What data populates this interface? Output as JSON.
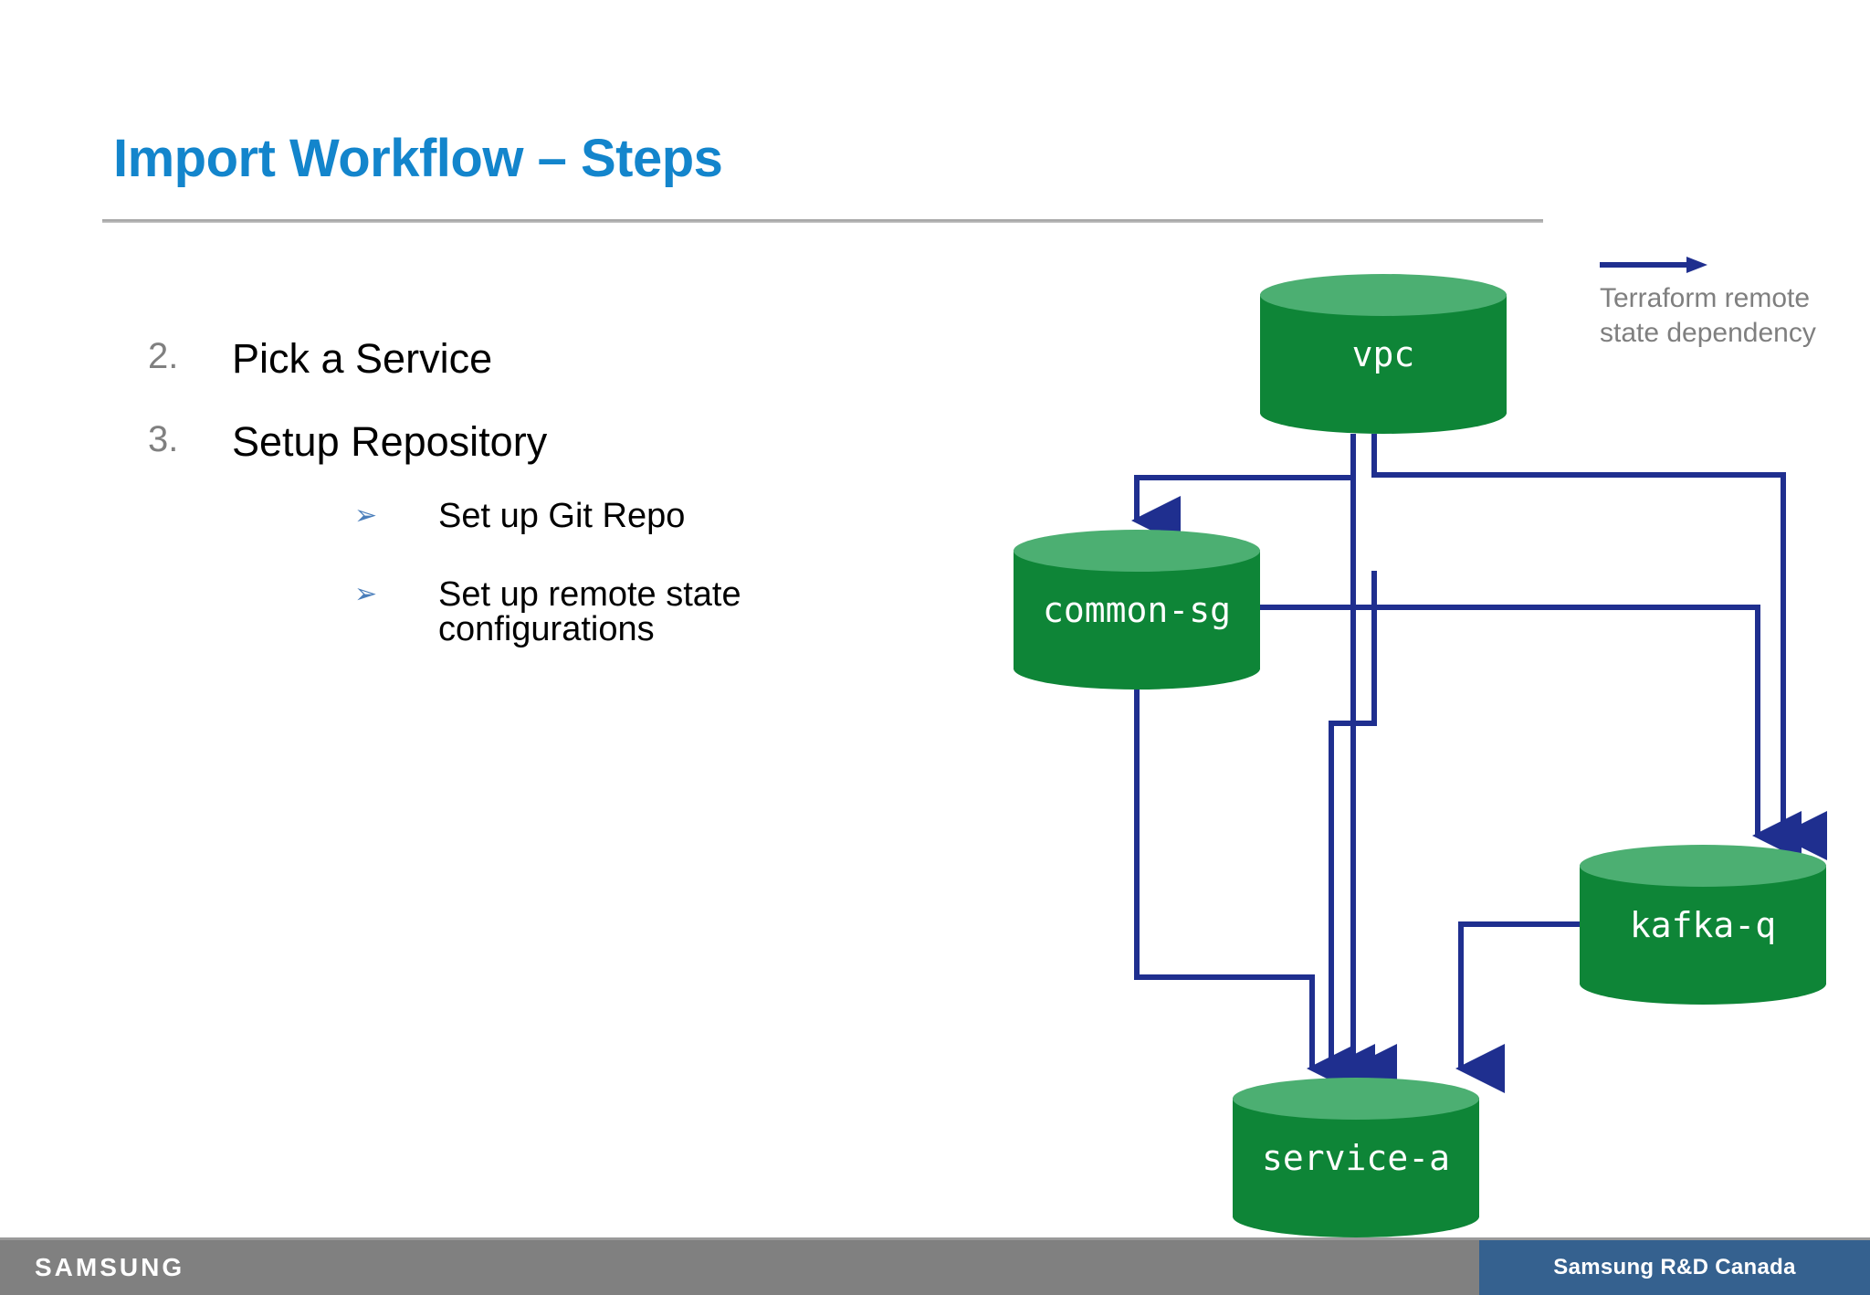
{
  "slide": {
    "title": "Import Workflow – Steps",
    "title_color": "#1385CC"
  },
  "bullets": {
    "items": [
      {
        "number": "2.",
        "text": "Pick a Service"
      },
      {
        "number": "3.",
        "text": "Setup Repository"
      }
    ],
    "sub_items": [
      {
        "marker": "➢",
        "text": "Set up Git Repo"
      },
      {
        "marker": "➢",
        "text": "Set up remote state configurations"
      }
    ]
  },
  "diagram": {
    "node_color": "#0E8537",
    "node_top_color": "#4CAF72",
    "edge_color": "#1F2F8F",
    "nodes": [
      {
        "id": "vpc",
        "label": "vpc"
      },
      {
        "id": "common-sg",
        "label": "common-sg"
      },
      {
        "id": "kafka-q",
        "label": "kafka-q"
      },
      {
        "id": "service-a",
        "label": "service-a"
      }
    ],
    "edges": [
      {
        "from": "vpc",
        "to": "common-sg"
      },
      {
        "from": "vpc",
        "to": "service-a"
      },
      {
        "from": "vpc",
        "to": "kafka-q"
      },
      {
        "from": "common-sg",
        "to": "kafka-q"
      },
      {
        "from": "common-sg",
        "to": "service-a"
      },
      {
        "from": "kafka-q",
        "to": "service-a"
      }
    ],
    "legend": {
      "icon": "right-arrow-icon",
      "text": "Terraform remote\nstate dependency",
      "line1": "Terraform remote",
      "line2": "state dependency",
      "color": "#7F7F7F"
    }
  },
  "footer": {
    "logo": "SAMSUNG",
    "brand": "Samsung R&D Canada",
    "bar_color": "#808080",
    "brand_color": "#35618F"
  }
}
